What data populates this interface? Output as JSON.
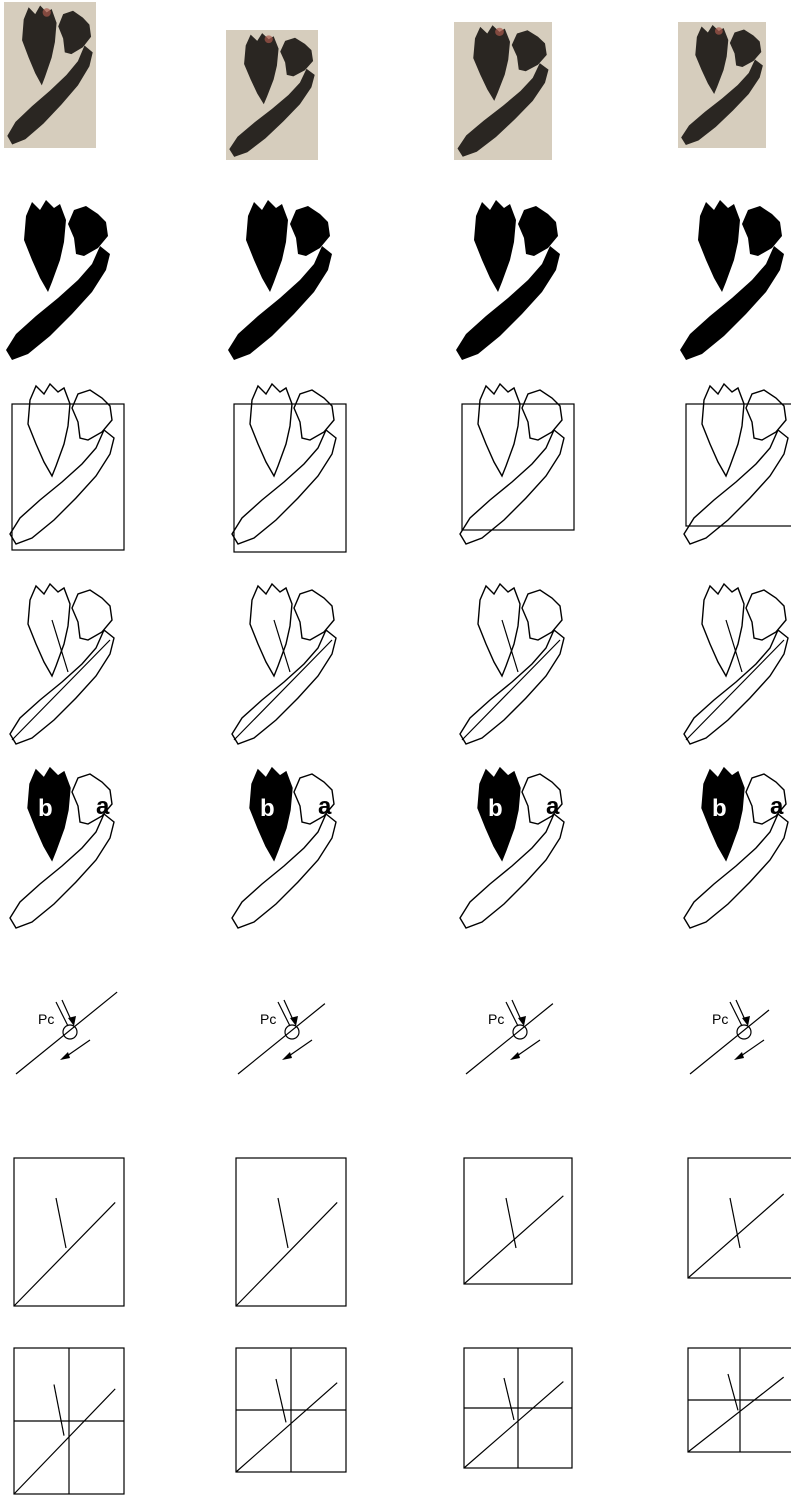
{
  "figure": {
    "columns": [
      {
        "id": "c1",
        "label_pc": "Pc",
        "label_a": "a",
        "label_b": "b"
      },
      {
        "id": "c2",
        "label_pc": "Pc",
        "label_a": "a",
        "label_b": "b"
      },
      {
        "id": "c3",
        "label_pc": "Pc",
        "label_a": "a",
        "label_b": "b"
      },
      {
        "id": "c4",
        "label_pc": "Pc",
        "label_a": "a",
        "label_b": "b"
      }
    ],
    "colors": {
      "ink": "#000000",
      "paper": "#ffffff",
      "photo_bg": "#d6cdbd",
      "photo_ink": "#2a2622",
      "seal_red": "#a8584c"
    }
  }
}
